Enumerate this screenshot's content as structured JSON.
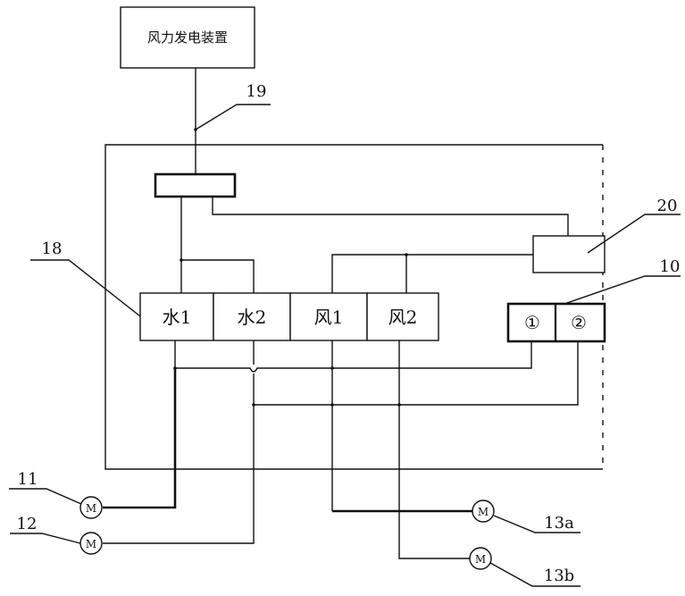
{
  "generator_box": {
    "label": "风力发电装置"
  },
  "switches": [
    {
      "id": "water1",
      "label": "水1"
    },
    {
      "id": "water2",
      "label": "水2"
    },
    {
      "id": "wind1",
      "label": "风1"
    },
    {
      "id": "wind2",
      "label": "风2"
    }
  ],
  "controller": {
    "terminal_1": "①",
    "terminal_2": "②"
  },
  "motor_symbol": "M",
  "callouts": {
    "c19": "19",
    "c20": "20",
    "c18": "18",
    "c10": "10",
    "c11": "11",
    "c12": "12",
    "c13a": "13a",
    "c13b": "13b"
  }
}
